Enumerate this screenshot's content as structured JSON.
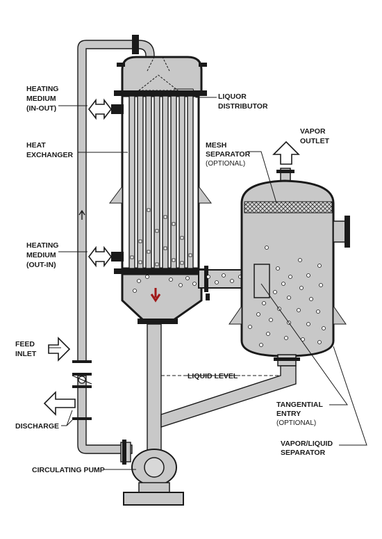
{
  "labels": {
    "heating_medium_in_out": [
      "HEATING",
      "MEDIUM",
      "(IN-OUT)"
    ],
    "heat_exchanger": [
      "HEAT",
      "EXCHANGER"
    ],
    "heating_medium_out_in": [
      "HEATING",
      "MEDIUM",
      "(OUT-IN)"
    ],
    "feed_inlet": [
      "FEED",
      "INLET"
    ],
    "discharge": "DISCHARGE",
    "circulating_pump": "CIRCULATING PUMP",
    "liquor_distributor": [
      "LIQUOR",
      "DISTRIBUTOR"
    ],
    "vapor_outlet": [
      "VAPOR",
      "OUTLET"
    ],
    "mesh_separator": [
      "MESH",
      "SEPARATOR",
      "(OPTIONAL)"
    ],
    "liquid_level": "LIQUID LEVEL",
    "tangential_entry": [
      "TANGENTIAL",
      "ENTRY",
      "(OPTIONAL)"
    ],
    "vapor_liquid_separator": [
      "VAPOR/LIQUID",
      "SEPARATOR"
    ]
  },
  "colors": {
    "fluid": "#c8c8c8",
    "outline": "#1a1a1a",
    "flow_arrow": "#a01818"
  },
  "icons": [
    "open-arrow-icon",
    "valve-icon",
    "flow-direction-icon"
  ]
}
